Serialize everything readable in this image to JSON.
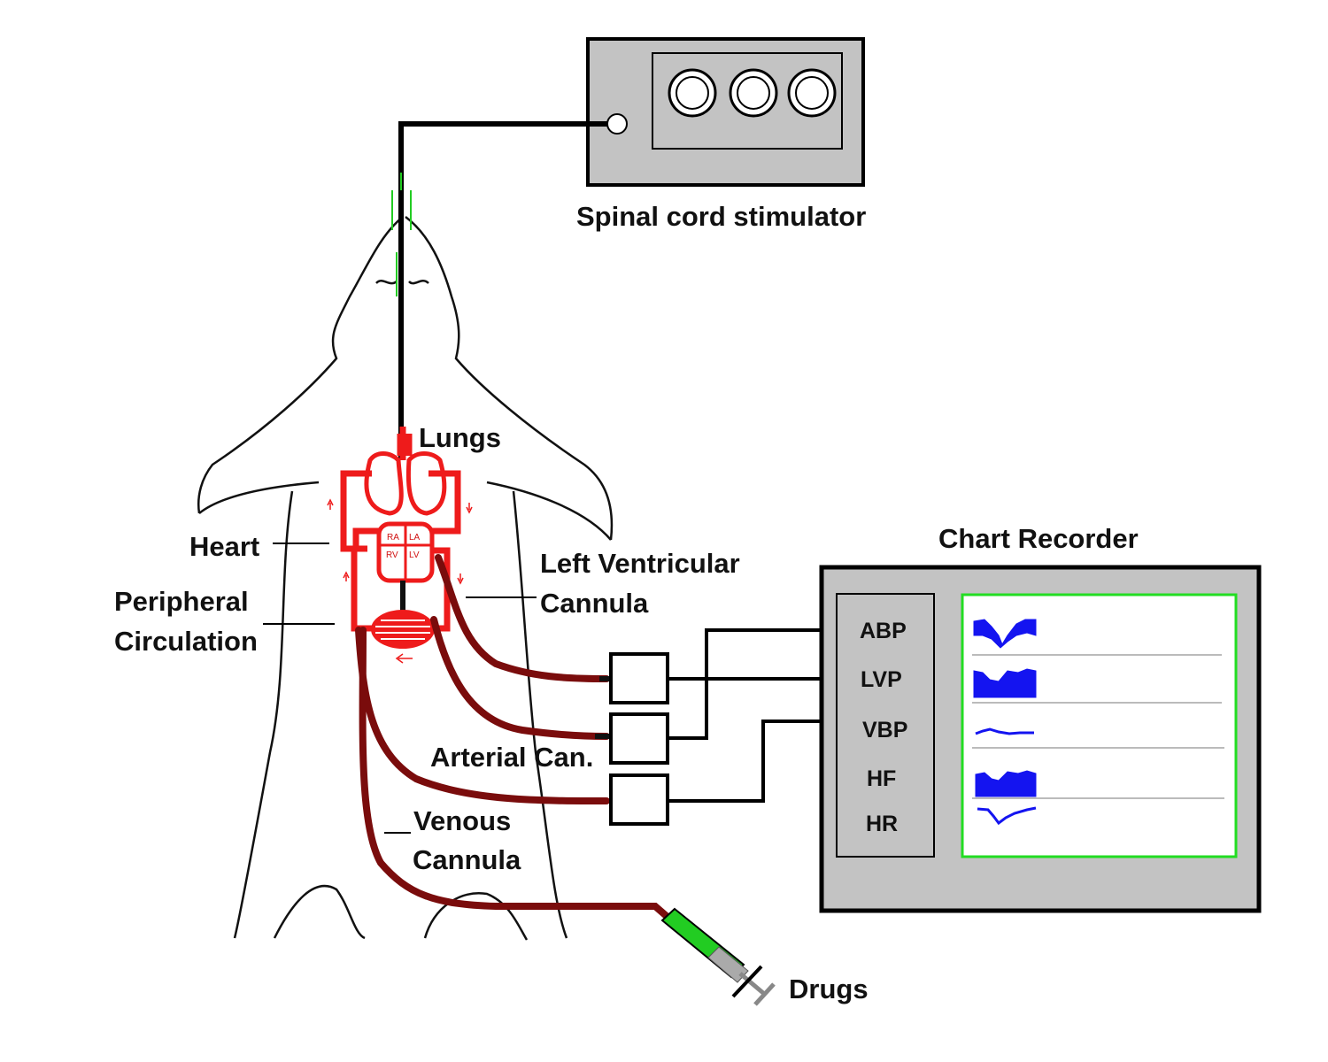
{
  "labels": {
    "spinal_cord_stimulator": "Spinal cord stimulator",
    "lungs": "Lungs",
    "heart": "Heart",
    "peripheral_1": "Peripheral",
    "peripheral_2": "Circulation",
    "left_ventricular_1": "Left Ventricular",
    "left_ventricular_2": "Cannula",
    "arterial_can": "Arterial Can.",
    "venous_1": "Venous",
    "venous_2": "Cannula",
    "drugs": "Drugs",
    "chart_recorder": "Chart Recorder"
  },
  "heart_chambers": {
    "ra": "RA",
    "la": "LA",
    "rv": "RV",
    "lv": "LV"
  },
  "channels": [
    "ABP",
    "LVP",
    "VBP",
    "HF",
    "HR"
  ],
  "colors": {
    "circulation": "#ee1b1b",
    "cannula": "#7a0c0c",
    "device_fill": "#c3c3c3",
    "trace": "#1414f0",
    "screen_border": "#22dd22",
    "needle_green": "#22cc22"
  }
}
